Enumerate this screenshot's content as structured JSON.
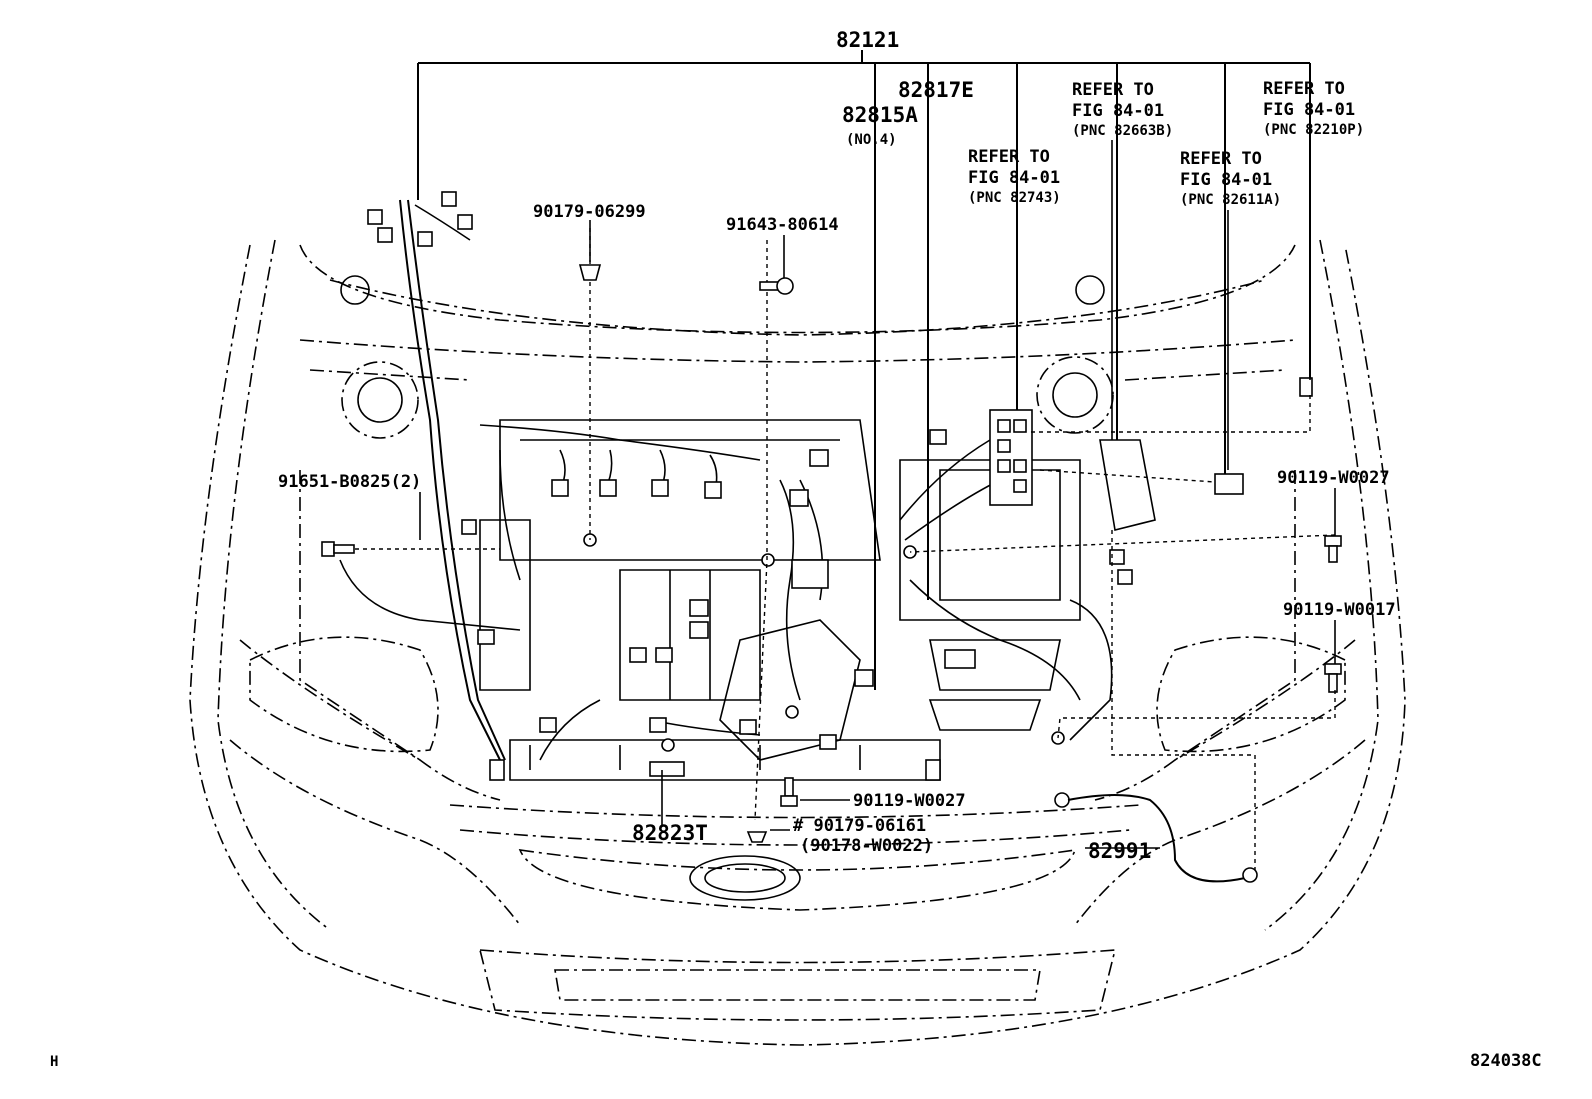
{
  "callouts": {
    "c82121": "82121",
    "c82817E": "82817E",
    "c82815A": "82815A",
    "c82815A_sub": "(NO.4)",
    "ref1_a": "REFER TO",
    "ref1_b": "FIG 84-01",
    "ref1_c": "(PNC 82743)",
    "ref2_a": "REFER TO",
    "ref2_b": "FIG 84-01",
    "ref2_c": "(PNC 82663B)",
    "ref3_a": "REFER TO",
    "ref3_b": "FIG 84-01",
    "ref3_c": "(PNC 82611A)",
    "ref4_a": "REFER TO",
    "ref4_b": "FIG 84-01",
    "ref4_c": "(PNC 82210P)",
    "c90179_06299": "90179-06299",
    "c91643_80614": "91643-80614",
    "c91651_B0825": "91651-B0825(2)",
    "c90119_W0027_r": "90119-W0027",
    "c90119_W0017": "90119-W0017",
    "c90119_W0027_b": "90119-W0027",
    "c90179_06161": "# 90179-06161",
    "c90178_W0022": "(90178-W0022)",
    "c82823T": "82823T",
    "c82991": "82991"
  },
  "corner": {
    "left": "H",
    "right": "824038C"
  }
}
